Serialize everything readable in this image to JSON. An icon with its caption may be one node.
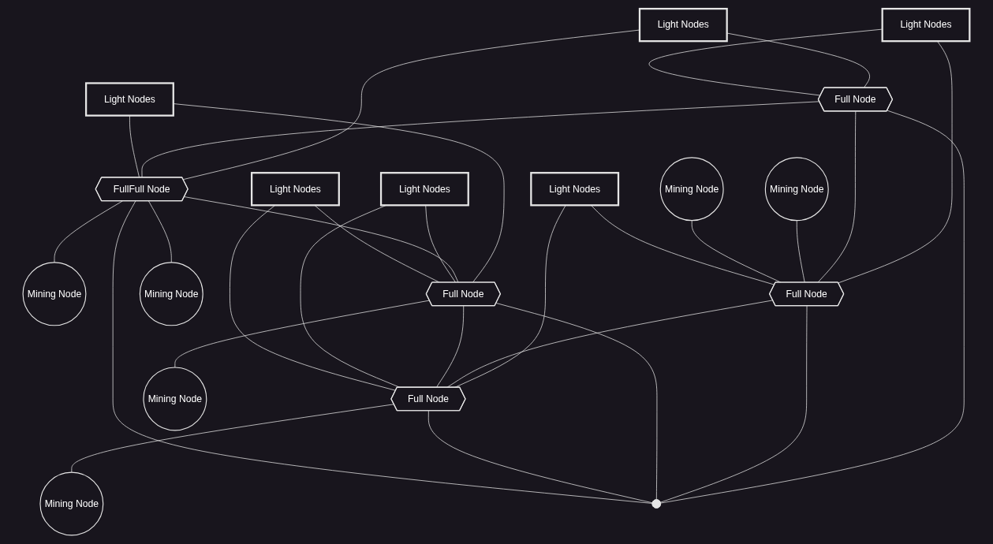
{
  "diagram": {
    "nodes": [
      {
        "text": [
          "Mining Node"
        ]
      },
      {
        "text": [
          "Light Nodes"
        ]
      },
      {
        "text": [
          "Full Node"
        ]
      },
      {
        "text": [
          "Light Nodes"
        ]
      },
      {
        "text": [
          "Mining Node"
        ]
      },
      {
        "text": [
          "FullFull Node"
        ]
      },
      {
        "text": [
          "Full Node"
        ]
      },
      {
        "text": [
          "Mining Node"
        ]
      },
      {
        "text": [
          "Mining Node"
        ]
      },
      {
        "text": [
          "Light Nodes"
        ]
      },
      {
        "text": [
          "Light Nodes"
        ]
      },
      {
        "text": [
          "Full Node"
        ]
      },
      {
        "text": [
          "Full Node"
        ]
      },
      {
        "text": [
          "Mining Node"
        ]
      },
      {
        "text": [
          "Light Nodes"
        ]
      },
      {
        "text": [
          "Light Nodes"
        ]
      },
      {
        "text": [
          "Mining Node"
        ]
      },
      {
        "text": [],
        "shape": "point"
      }
    ],
    "edges": [
      {
        "from": 1,
        "to": 2,
        "arrow": "none"
      },
      {
        "from": 1,
        "to": 5,
        "arrow": "none"
      },
      {
        "from": 3,
        "to": 2,
        "arrow": "none"
      },
      {
        "from": 3,
        "to": 6,
        "arrow": "none"
      },
      {
        "from": 2,
        "to": 5,
        "arrow": "none"
      },
      {
        "from": 2,
        "to": 6,
        "arrow": "none"
      },
      {
        "from": 5,
        "to": 0,
        "arrow": "none"
      },
      {
        "from": 5,
        "to": 7,
        "arrow": "none"
      },
      {
        "from": 4,
        "to": 6,
        "arrow": "none"
      },
      {
        "from": 8,
        "to": 6,
        "arrow": "none"
      },
      {
        "from": 9,
        "to": 5,
        "arrow": "none"
      },
      {
        "from": 9,
        "to": 11,
        "arrow": "none"
      },
      {
        "from": 5,
        "to": 11,
        "arrow": "none"
      },
      {
        "from": 10,
        "to": 6,
        "arrow": "none"
      },
      {
        "from": 10,
        "to": 12,
        "arrow": "none"
      },
      {
        "from": 6,
        "to": 12,
        "arrow": "none"
      },
      {
        "from": 11,
        "to": 12,
        "arrow": "none"
      },
      {
        "from": 11,
        "to": 13,
        "arrow": "none"
      },
      {
        "from": 12,
        "to": 16,
        "arrow": "none"
      },
      {
        "from": 14,
        "to": 11,
        "arrow": "none"
      },
      {
        "from": 14,
        "to": 12,
        "arrow": "none"
      },
      {
        "from": 15,
        "to": 11,
        "arrow": "none"
      },
      {
        "from": 15,
        "to": 12,
        "arrow": "none"
      },
      {
        "from": 2,
        "to": 17,
        "arrow": "none"
      },
      {
        "from": 17,
        "to": 5,
        "arrow": "none"
      },
      {
        "from": 6,
        "to": 17,
        "arrow": "none"
      },
      {
        "from": 11,
        "to": 17,
        "arrow": "none"
      },
      {
        "from": 12,
        "to": 17,
        "arrow": "none"
      }
    ]
  }
}
